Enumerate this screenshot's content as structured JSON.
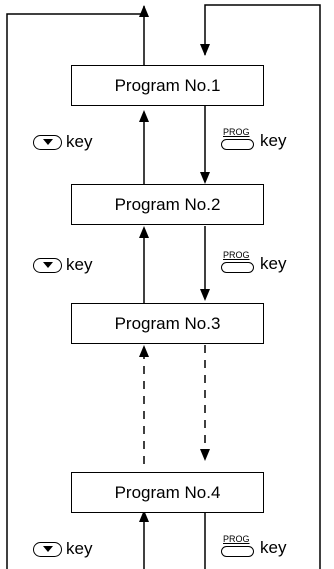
{
  "programs": [
    "Program No.1",
    "Program No.2",
    "Program No.3",
    "Program No.4"
  ],
  "keys": {
    "down_key_text": "key",
    "prog_key_text": "key",
    "prog_label": "PROG"
  }
}
